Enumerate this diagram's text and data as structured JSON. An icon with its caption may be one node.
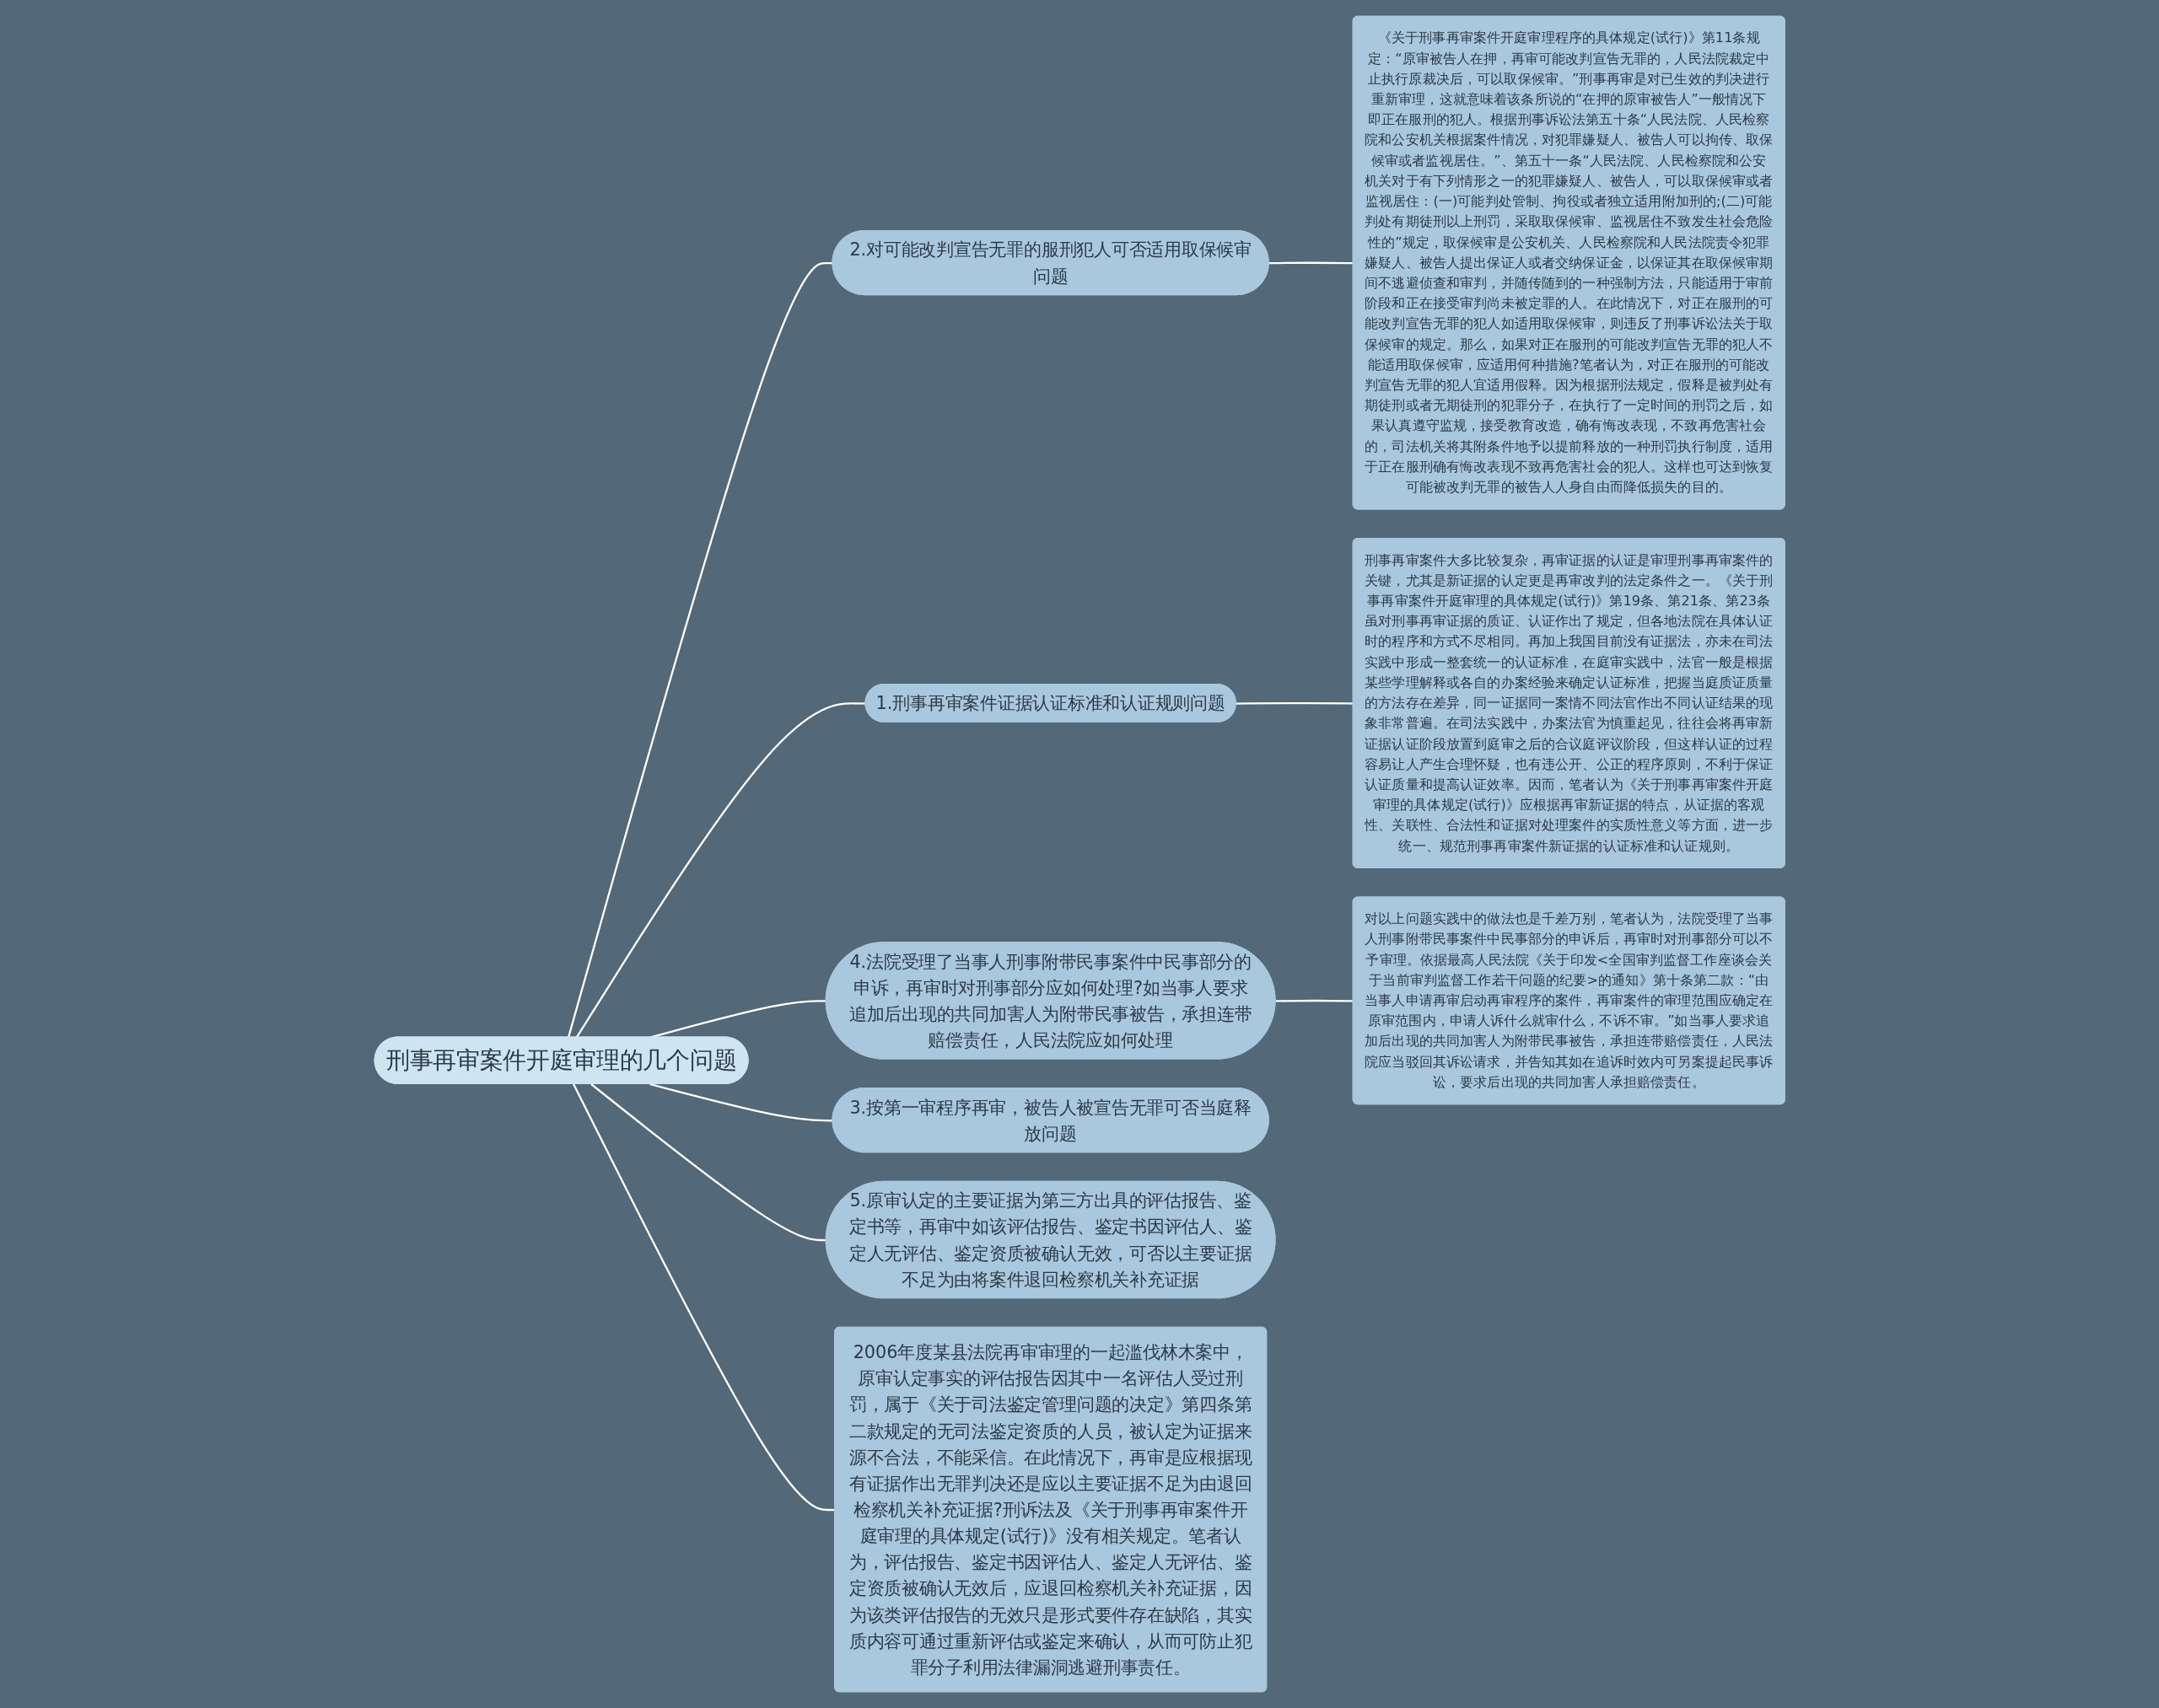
{
  "diagram": {
    "nodes": [
      {
        "text": [
          "刑事再审案件开庭审理的几个问题"
        ]
      },
      {
        "text": [
          "2.对可能改判宣告无罪的服刑犯人可否适用取保候审问题"
        ]
      },
      {
        "text": [
          "《关于刑事再审案件开庭审理程序的具体规定(试行)》第11条规定：“原审被告人在押，再审可能改判宣告无罪的，人民法院裁定中止执行原裁决后，可以取保候审。”刑事再审是对已生效的判决进行重新审理，这就意味着该条所说的“在押的原审被告人”一般情况下即正在服刑的犯人。根据刑事诉讼法第五十条“人民法院、人民检察院和公安机关根据案件情况，对犯罪嫌疑人、被告人可以拘传、取保候审或者监视居住。”、第五十一条“人民法院、人民检察院和公安机关对于有下列情形之一的犯罪嫌疑人、被告人，可以取保候审或者监视居住：(一)可能判处管制、拘役或者独立适用附加刑的;(二)可能判处有期徒刑以上刑罚，采取取保候审、监视居住不致发生社会危险性的”规定，取保候审是公安机关、人民检察院和人民法院责令犯罪嫌疑人、被告人提出保证人或者交纳保证金，以保证其在取保候审期间不逃避侦查和审判，并随传随到的一种强制方法，只能适用于审前阶段和正在接受审判尚未被定罪的人。在此情况下，对正在服刑的可能改判宣告无罪的犯人如适用取保候审，则违反了刑事诉讼法关于取保候审的规定。那么，如果对正在服刑的可能改判宣告无罪的犯人不能适用取保候审，应适用何种措施?笔者认为，对正在服刑的可能改判宣告无罪的犯人宜适用假释。因为根据刑法规定，假释是被判处有期徒刑或者无期徒刑的犯罪分子，在执行了一定时间的刑罚之后，如果认真遵守监规，接受教育改造，确有悔改表现，不致再危害社会的，司法机关将其附条件地予以提前释放的一种刑罚执行制度，适用于正在服刑确有悔改表现不致再危害社会的犯人。这样也可达到恢复可能被改判无罪的被告人人身自由而降低损失的目的。"
        ]
      },
      {
        "text": [
          "1.刑事再审案件证据认证标准和认证规则问题"
        ]
      },
      {
        "text": [
          "刑事再审案件大多比较复杂，再审证据的认证是审理刑事再审案件的关键，尤其是新证据的认定更是再审改判的法定条件之一。《关于刑事再审案件开庭审理的具体规定(试行)》第19条、第21条、第23条虽对刑事再审证据的质证、认证作出了规定，但各地法院在具体认证时的程序和方式不尽相同。再加上我国目前没有证据法，亦未在司法实践中形成一整套统一的认证标准，在庭审实践中，法官一般是根据某些学理解释或各自的办案经验来确定认证标准，把握当庭质证质量的方法存在差异，同一证据同一案情不同法官作出不同认证结果的现象非常普遍。在司法实践中，办案法官为慎重起见，往往会将再审新证据认证阶段放置到庭审之后的合议庭评议阶段，但这样认证的过程容易让人产生合理怀疑，也有违公开、公正的程序原则，不利于保证认证质量和提高认证效率。因而，笔者认为《关于刑事再审案件开庭审理的具体规定(试行)》应根据再审新证据的特点，从证据的客观性、关联性、合法性和证据对处理案件的实质性意义等方面，进一步统一、规范刑事再审案件新证据的认证标准和认证规则。"
        ]
      },
      {
        "text": [
          "4.法院受理了当事人刑事附带民事案件中民事部分的申诉，再审时对刑事部分应如何处理?如当事人要求追加后出现的共同加害人为附带民事被告，承担连带赔偿责任，人民法院应如何处理"
        ]
      },
      {
        "text": [
          "对以上问题实践中的做法也是千差万别，笔者认为，法院受理了当事人刑事附带民事案件中民事部分的申诉后，再审时对刑事部分可以不予审理。依据最高人民法院《关于印发<全国审判监督工作座谈会关于当前审判监督工作若干问题的纪要>的通知》第十条第二款：“由当事人申请再审启动再审程序的案件，再审案件的审理范围应确定在原审范围内，申请人诉什么就审什么，不诉不审。”如当事人要求追加后出现的共同加害人为附带民事被告，承担连带赔偿责任，人民法院应当驳回其诉讼请求，并告知其如在追诉时效内可另案提起民事诉讼，要求后出现的共同加害人承担赔偿责任。"
        ]
      },
      {
        "text": [
          "3.按第一审程序再审，被告人被宣告无罪可否当庭释放问题"
        ]
      },
      {
        "text": [
          "5.原审认定的主要证据为第三方出具的评估报告、鉴定书等，再审中如该评估报告、鉴定书因评估人、鉴定人无评估、鉴定资质被确认无效，可否以主要证据不足为由将案件退回检察机关补充证据"
        ]
      },
      {
        "text": [
          "2006年度某县法院再审审理的一起滥伐林木案中，原审认定事实的评估报告因其中一名评估人受过刑罚，属于《关于司法鉴定管理问题的决定》第四条第二款规定的无司法鉴定资质的人员，被认定为证据来源不合法，不能采信。在此情况下，再审是应根据现有证据作出无罪判决还是应以主要证据不足为由退回检察机关补充证据?刑诉法及《关于刑事再审案件开庭审理的具体规定(试行)》没有相关规定。笔者认为，评估报告、鉴定书因评估人、鉴定人无评估、鉴定资质被确认无效后，应退回检察机关补充证据，因为该类评估报告的无效只是形式要件存在缺陷，其实质内容可通过重新评估或鉴定来确认，从而可防止犯罪分子利用法律漏洞逃避刑事责任。"
        ]
      }
    ],
    "edges": [
      {
        "from": 0,
        "to": 1,
        "arrow": "none"
      },
      {
        "from": 1,
        "to": 2,
        "arrow": "none"
      },
      {
        "from": 0,
        "to": 3,
        "arrow": "none"
      },
      {
        "from": 3,
        "to": 4,
        "arrow": "none"
      },
      {
        "from": 0,
        "to": 5,
        "arrow": "none"
      },
      {
        "from": 5,
        "to": 6,
        "arrow": "none"
      },
      {
        "from": 0,
        "to": 7,
        "arrow": "none"
      },
      {
        "from": 0,
        "to": 8,
        "arrow": "none"
      },
      {
        "from": 0,
        "to": 9,
        "arrow": "none"
      }
    ]
  }
}
